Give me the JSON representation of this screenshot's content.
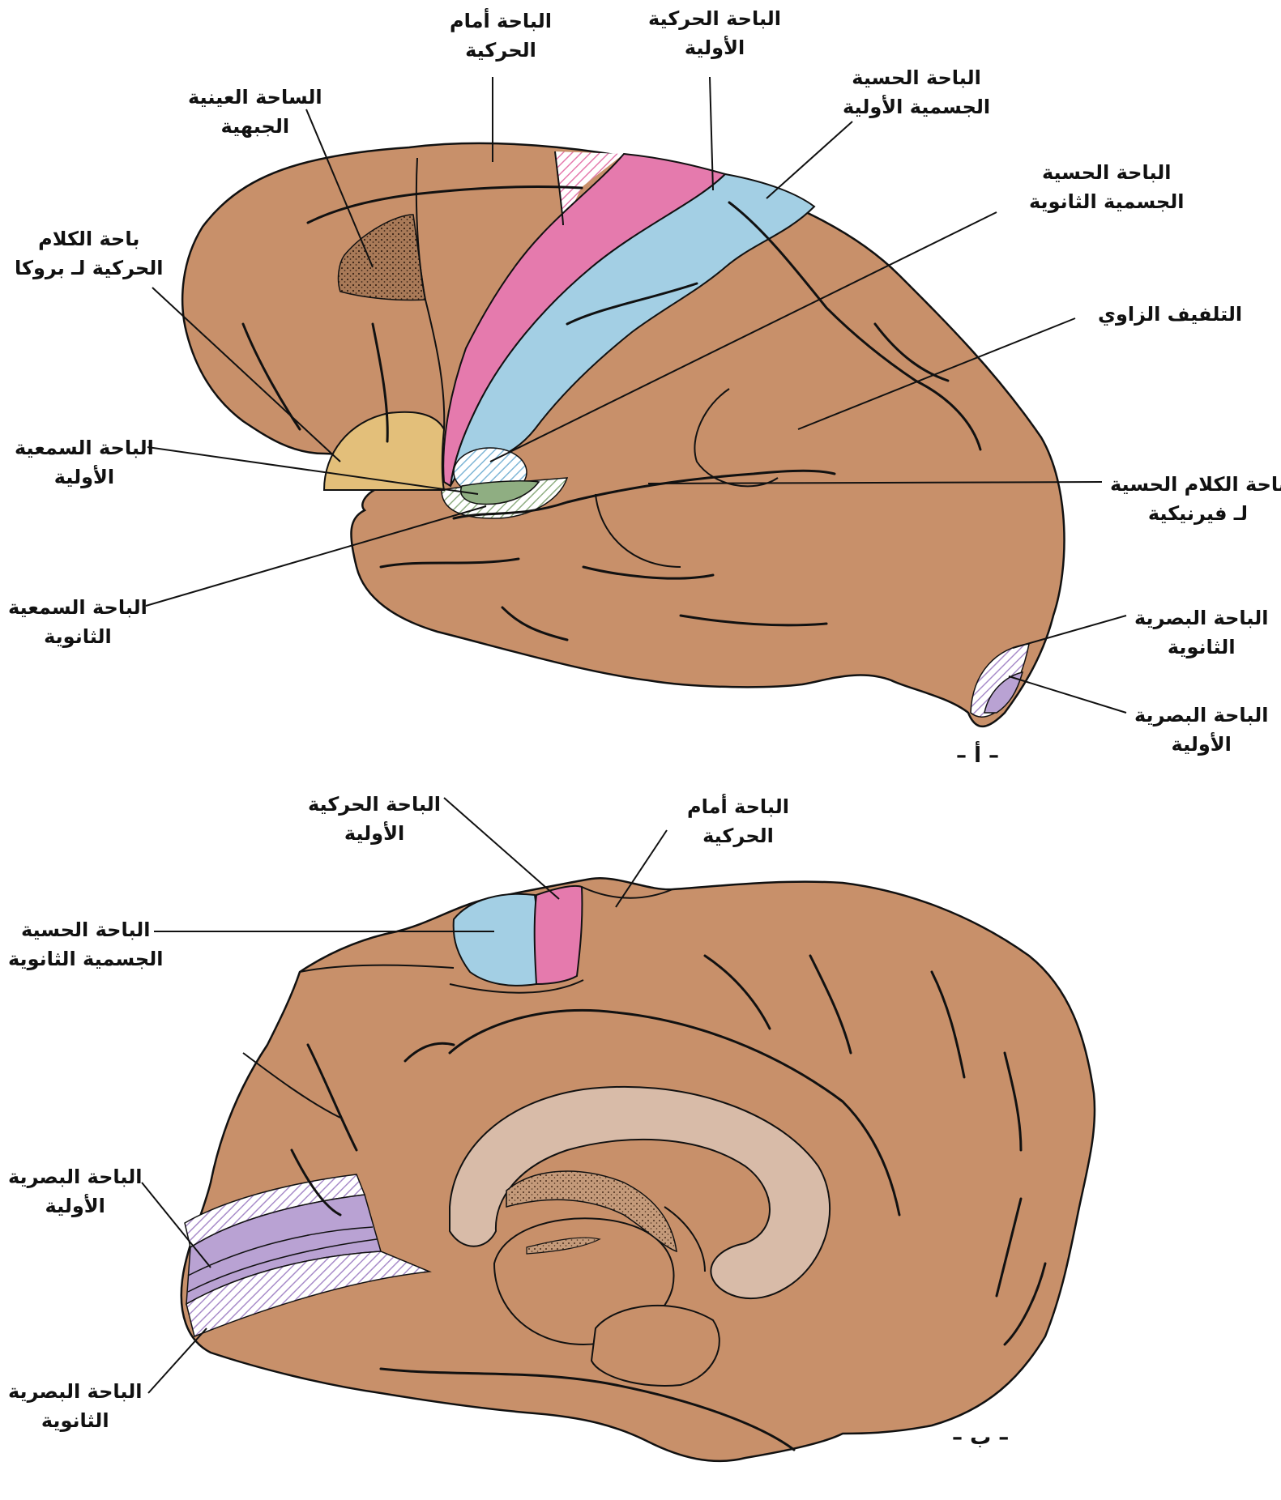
{
  "colors": {
    "cortex": "#c8906a",
    "outline": "#111111",
    "motor": "#e57aad",
    "somatosensory": "#a3cfe4",
    "auditory_primary": "#e3bf7a",
    "wernicke": "#8fae82",
    "visual": "#b9a2d3",
    "broca": "#8b5a3c",
    "corpus_callosum": "#d8bba8"
  },
  "panel_a": {
    "tag": "– أ –",
    "labels": {
      "premotor": [
        "الباحة أمام",
        "الحركية"
      ],
      "primary_motor": [
        "الباحة الحركية",
        "الأولية"
      ],
      "frontal_eye_field": [
        "الساحة العينية",
        "الجبهية"
      ],
      "primary_somatosensory": [
        "الباحة الحسية",
        "الجسمية الأولية"
      ],
      "secondary_somatosensory": [
        "الباحة الحسية",
        "الجسمية  الثانوية"
      ],
      "broca": [
        "باحة الكلام",
        "الحركية لـ بروكا"
      ],
      "angular_gyrus": [
        "التلفيف الزاوي"
      ],
      "primary_auditory": [
        "الباحة السمعية",
        "الأولية"
      ],
      "wernicke": [
        "باحة الكلام الحسية",
        "لـ فيرنيكية"
      ],
      "secondary_auditory": [
        "الباحة السمعية",
        "الثانوية"
      ],
      "secondary_visual": [
        "الباحة البصرية",
        "الثانوية"
      ],
      "primary_visual": [
        "الباحة البصرية",
        "الأولية"
      ]
    }
  },
  "panel_b": {
    "tag": "– ب –",
    "labels": {
      "primary_motor": [
        "الباحة الحركية",
        "الأولية"
      ],
      "premotor": [
        "الباحة أمام",
        "الحركية"
      ],
      "secondary_somatosensory": [
        "الباحة الحسية",
        "الجسمية  الثانوية"
      ],
      "primary_visual": [
        "الباحة البصرية",
        "الأولية"
      ],
      "secondary_visual": [
        "الباحة البصرية",
        "الثانوية"
      ]
    }
  }
}
